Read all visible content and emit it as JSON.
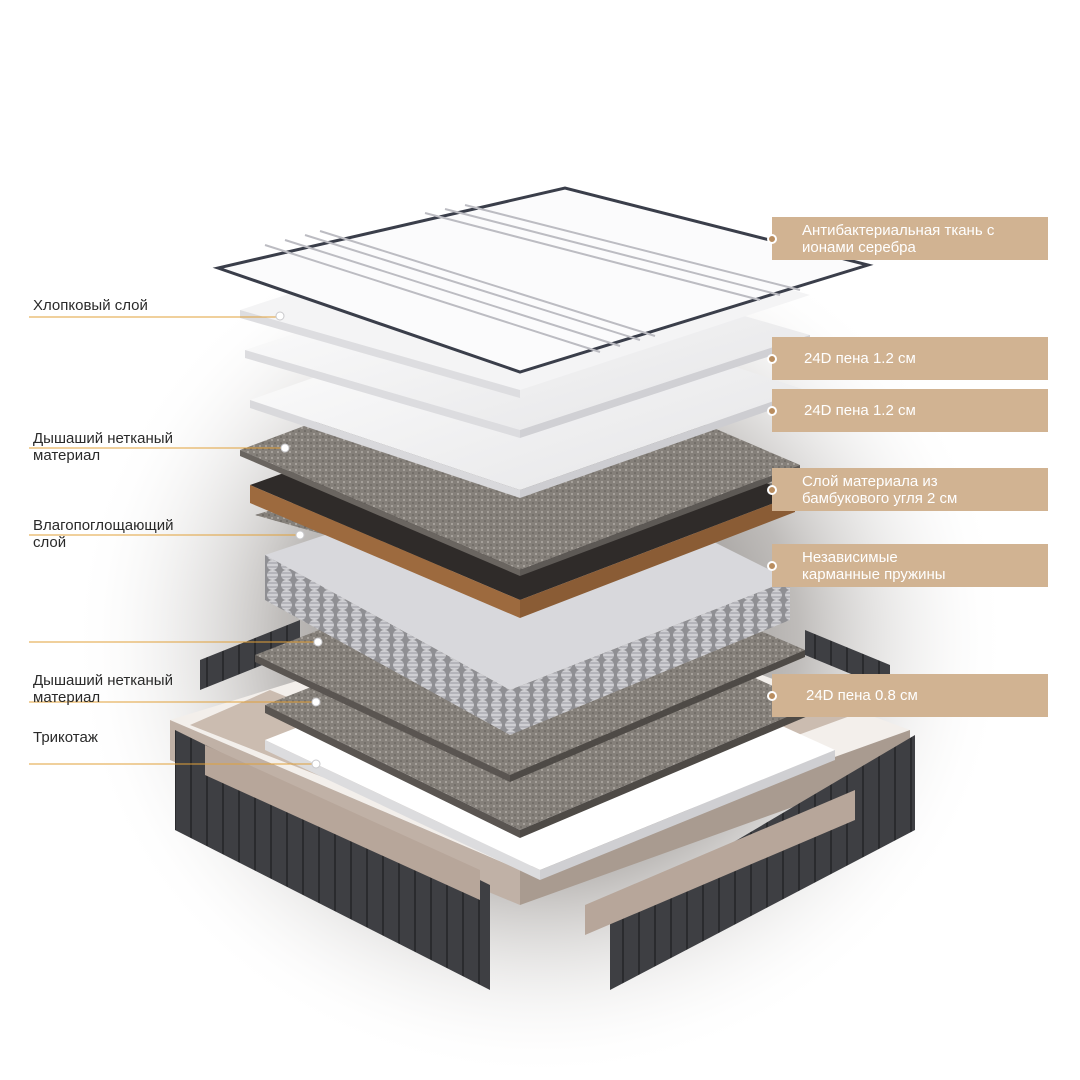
{
  "left_labels": [
    {
      "id": "cotton",
      "text": "Хлопковый слой"
    },
    {
      "id": "nonwoven-1",
      "text": "Дышаший нетканый\nматериал"
    },
    {
      "id": "absorbent",
      "text": "Влагопоглощающий\nслой"
    },
    {
      "id": "nonwoven-2",
      "text": "Дышаший нетканый\nматериал"
    },
    {
      "id": "knit",
      "text": "Трикотаж"
    }
  ],
  "right_tags": [
    {
      "id": "antibacterial",
      "text": "Антибактериальная ткань с\nионами серебра"
    },
    {
      "id": "foam-1",
      "text": "24D пена 1.2 см"
    },
    {
      "id": "foam-2",
      "text": "24D пена 1.2 см"
    },
    {
      "id": "bamboo",
      "text": "Слой материала из\nбамбукового угля 2 см"
    },
    {
      "id": "springs",
      "text": "Независимые\nкарманные пружины"
    },
    {
      "id": "foam-3",
      "text": "24D пена 0.8 см"
    }
  ],
  "colors": {
    "tag_bg": "#d1b392",
    "tag_dot": "#b98d5f",
    "leader_line": "#e1a13a",
    "label_text": "#2a2a2a"
  }
}
